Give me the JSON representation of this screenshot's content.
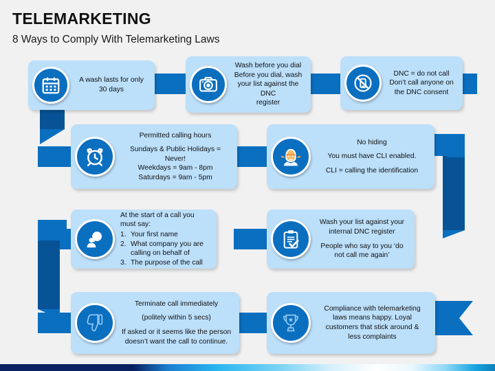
{
  "header": {
    "title": "TELEMARKETING",
    "subtitle": "8 Ways to Comply With Telemarketing Laws"
  },
  "colors": {
    "card_bg": "#bcdffa",
    "icon_circle": "#0b6fc0",
    "ribbon_light": "#0b6fc0",
    "ribbon_dark": "#075395",
    "slide_bg": "#f1f1f1",
    "title_text": "#111111",
    "bar_navy": "#0a2161",
    "bar_cyan": "#29b6ef"
  },
  "cards": [
    {
      "id": "wash-30-days",
      "icon": "calendar-icon",
      "lines": [
        "A wash lasts for only",
        "30 days"
      ]
    },
    {
      "id": "wash-before-you-dial",
      "icon": "washing-machine-icon",
      "lines": [
        "Wash before you dial",
        "Before you dial, wash",
        "your list against the DNC",
        "register"
      ]
    },
    {
      "id": "dnc-do-not-call",
      "icon": "no-phone-icon",
      "lines": [
        "DNC = do not call",
        "Don’t call anyone on",
        "the DNC consent"
      ]
    },
    {
      "id": "permitted-calling-hours",
      "icon": "alarm-clock-icon",
      "lines": [
        "Permitted calling hours",
        "",
        "Sundays & Public Holidays =",
        "Never!",
        "Weekdays = 9am - 8pm",
        "Saturdays = 9am - 5pm"
      ]
    },
    {
      "id": "no-hiding-cli",
      "icon": "person-hiding-icon",
      "lines": [
        "No hiding",
        "",
        "You must have CLI enabled.",
        "",
        "CLI = calling the identification"
      ]
    },
    {
      "id": "start-of-call-script",
      "icon": "person-speech-icon",
      "lead": "At the start of a call you must say:",
      "items": [
        {
          "num": "1.",
          "text": "Your first name"
        },
        {
          "num": "2.",
          "text": "What company you are calling on behalf of"
        },
        {
          "num": "3.",
          "text": "The purpose of the call"
        }
      ]
    },
    {
      "id": "internal-dnc-register",
      "icon": "clipboard-check-icon",
      "lines": [
        "Wash your list against your",
        "internal DNC register",
        "",
        "People who say to you ‘do",
        "not call me again’"
      ]
    },
    {
      "id": "terminate-call",
      "icon": "thumbs-down-icon",
      "lines": [
        "Terminate call immediately",
        "",
        "(politely within 5 secs)",
        "",
        "If asked or it seems like the person",
        "doesn’t want the call to continue."
      ]
    },
    {
      "id": "compliance-benefits",
      "icon": "trophy-icon",
      "lines": [
        "Compliance with telemarketing",
        "laws means happy. Loyal",
        "customers that stick around &",
        "less complaints"
      ]
    }
  ],
  "connectors": [
    {
      "id": "conn-row1-a",
      "type": "horizontal"
    },
    {
      "id": "conn-row1-b",
      "type": "horizontal"
    },
    {
      "id": "conn-row2-a",
      "type": "horizontal"
    },
    {
      "id": "conn-row3-a",
      "type": "horizontal"
    },
    {
      "id": "conn-row4-a",
      "type": "horizontal"
    },
    {
      "id": "ribbon-left-1",
      "type": "vertical-ribbon-left"
    },
    {
      "id": "ribbon-right-1",
      "type": "vertical-ribbon-right"
    },
    {
      "id": "ribbon-left-2",
      "type": "vertical-ribbon-left"
    },
    {
      "id": "ribbon-tail-right",
      "type": "ribbon-tail"
    }
  ]
}
